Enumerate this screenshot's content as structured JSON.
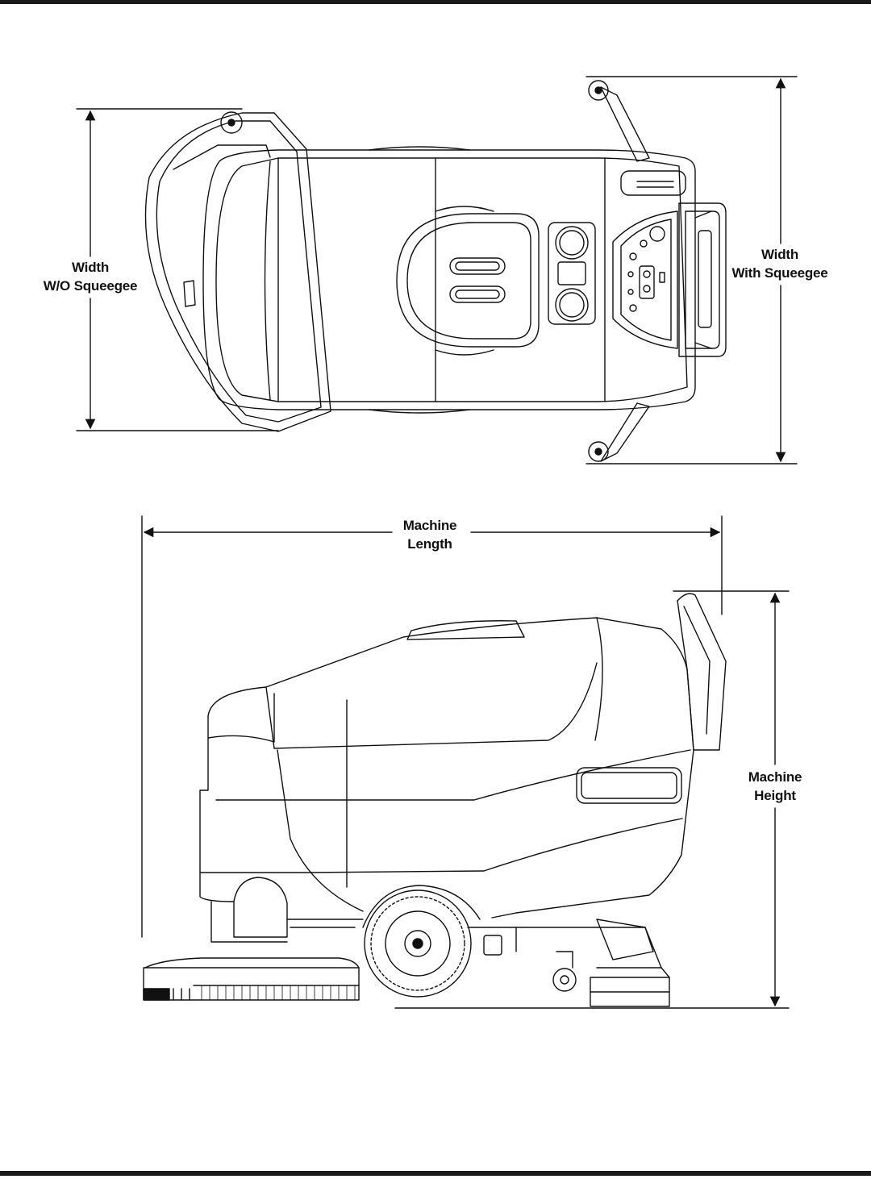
{
  "dimensions": {
    "width_without_squeegee": {
      "line1": "Width",
      "line2": "W/O Squeegee"
    },
    "width_with_squeegee": {
      "line1": "Width",
      "line2": "With Squeegee"
    },
    "machine_length": {
      "line1": "Machine",
      "line2": "Length"
    },
    "machine_height": {
      "line1": "Machine",
      "line2": "Height"
    }
  },
  "colors": {
    "line": "#111111",
    "rule": "#1a1a1a"
  }
}
